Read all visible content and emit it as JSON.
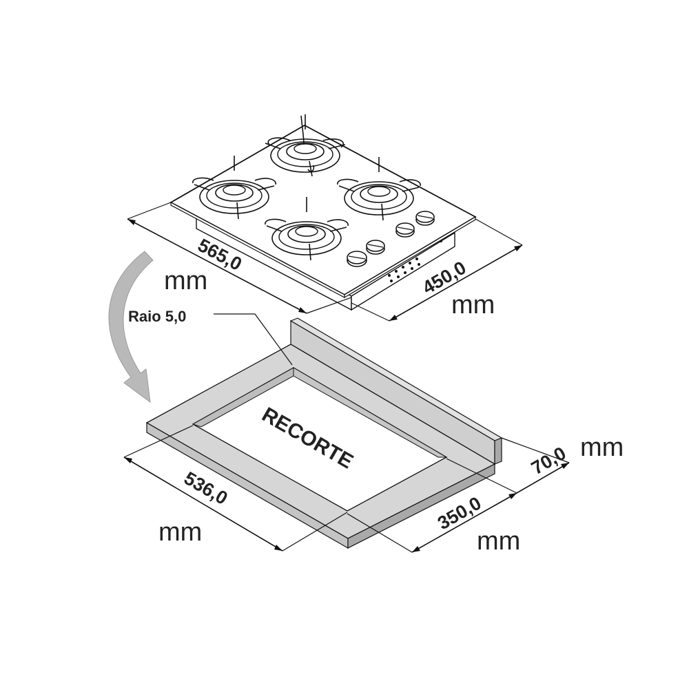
{
  "cooktop": {
    "width_dim": "565,0",
    "depth_dim": "450,0",
    "width_unit": "mm",
    "depth_unit": "mm"
  },
  "cutout": {
    "label": "RECORTE",
    "radius_note": "Raio 5,0",
    "width_dim": "536,0",
    "depth_dim": "350,0",
    "margin_dim": "70,0",
    "width_unit": "mm",
    "depth_unit": "mm",
    "margin_unit": "mm"
  },
  "colors": {
    "line": "#111111",
    "counter_fill": "#d6d6d6",
    "counter_dark": "#a9a9a9",
    "arrow_fill": "#b9b9b9"
  },
  "icons": {
    "arrow": "curved-arrow-icon",
    "burner": "burner-icon",
    "knob": "knob-icon"
  }
}
